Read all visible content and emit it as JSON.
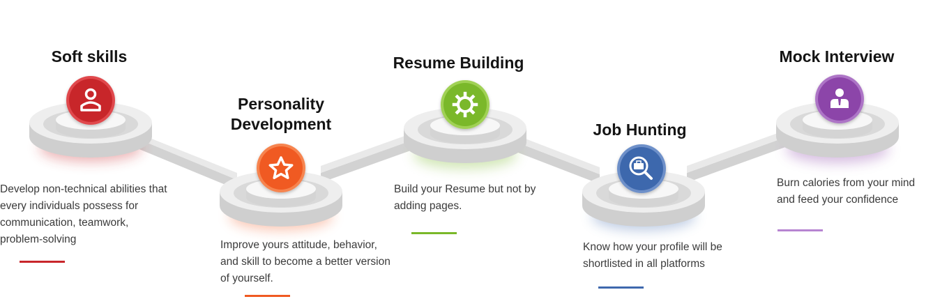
{
  "colors": {
    "red": "#c8262b",
    "orange": "#f05a22",
    "green": "#7ab829",
    "blue": "#3e68ad",
    "purple": "#8c45a9",
    "platform": "#e7e7e7"
  },
  "steps": [
    {
      "title": "Soft skills",
      "description": "Develop non-technical abilities that every individuals possess for communication, teamwork, problem-solving",
      "icon": "person-icon",
      "color": "#c8262b"
    },
    {
      "title": "Personality Development",
      "description": " Improve yours attitude, behavior, and skill to become a better version of yourself.",
      "icon": "star-icon",
      "color": "#f05a22"
    },
    {
      "title": "Resume Building",
      "description": "Build your Resume but not by adding pages.",
      "icon": "gear-icon",
      "color": "#7ab829"
    },
    {
      "title": "Job Hunting",
      "description": "Know how your profile will be shortlisted in all platforms",
      "icon": "briefcase-search-icon",
      "color": "#3e68ad"
    },
    {
      "title": "Mock Interview",
      "description": "Burn calories from your mind and feed your confidence",
      "icon": "businessman-icon",
      "color": "#8c45a9"
    }
  ]
}
